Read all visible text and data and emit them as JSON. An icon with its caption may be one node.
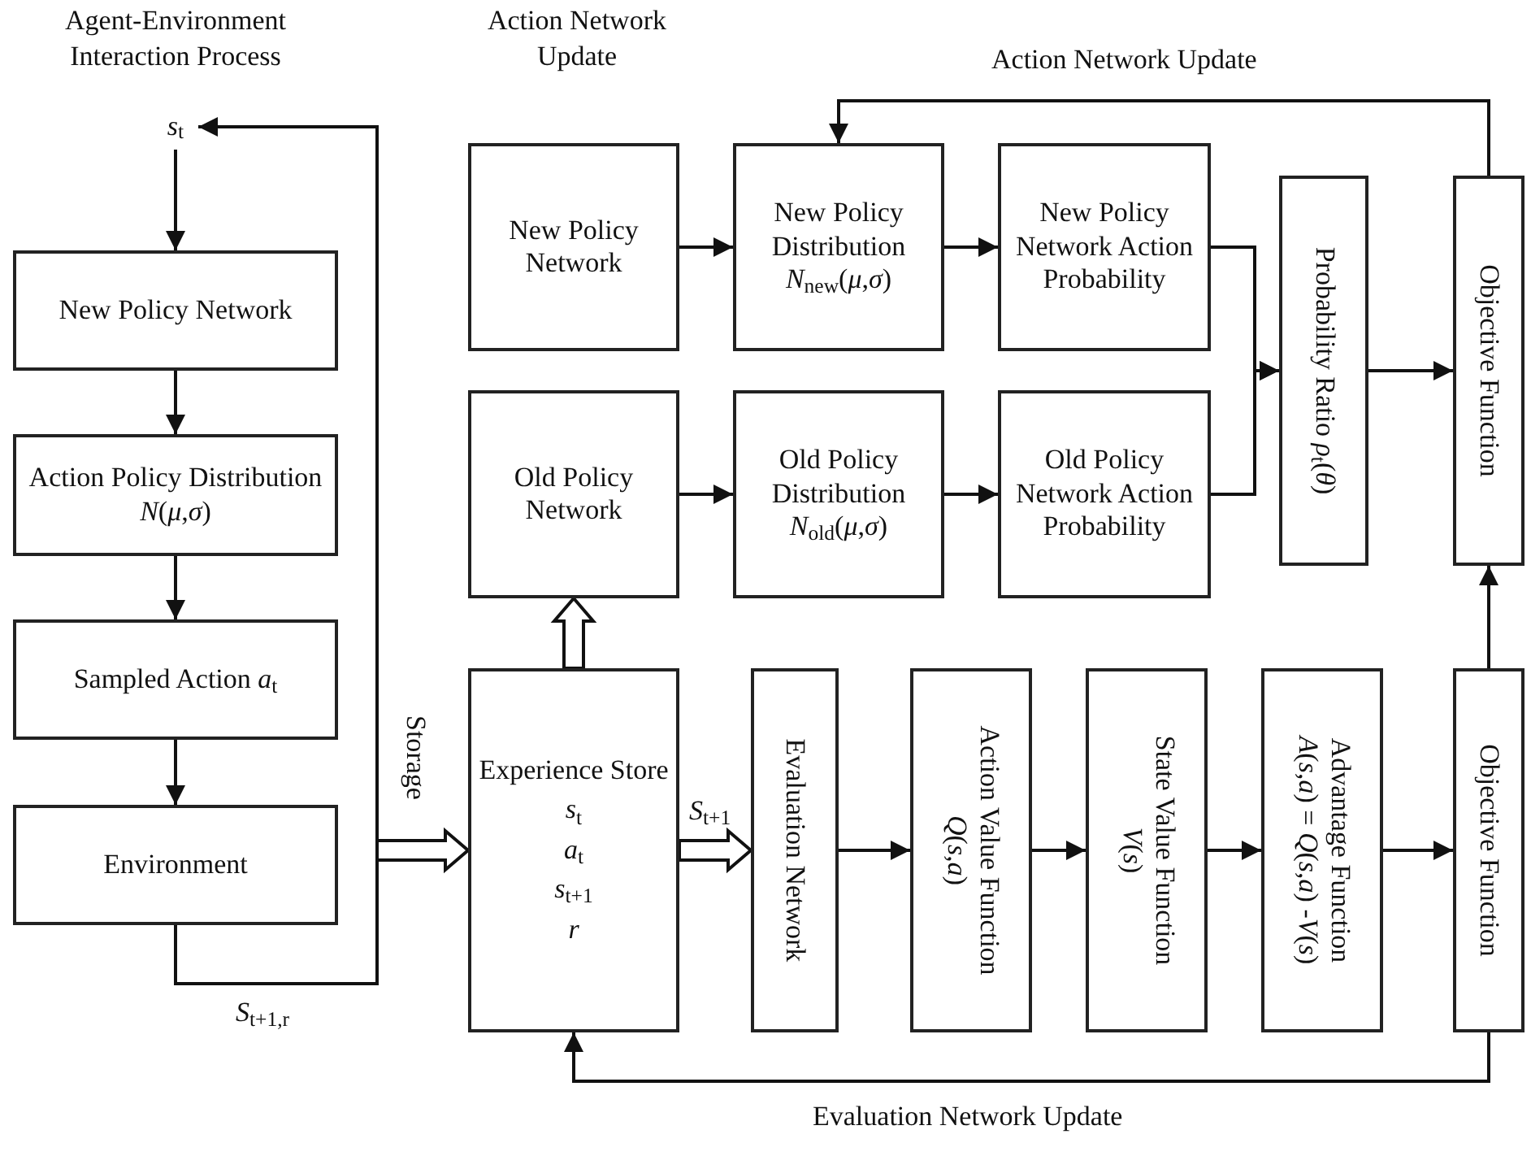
{
  "diagram": {
    "nodes": [
      {
        "text": [
          "*s*$_{t}$"
        ]
      },
      {
        "text": [
          "New Policy Network"
        ]
      },
      {
        "text": [
          "Action Policy Distribution *N*(*μ*,*σ*)"
        ]
      },
      {
        "text": [
          "Sampled Action *a*$_{t}$"
        ]
      },
      {
        "text": [
          "Environment"
        ]
      },
      {
        "text": [
          "New Policy Network"
        ]
      },
      {
        "text": [
          "New Policy Distribution *N*$_{new}$(*μ*,*σ*)"
        ]
      },
      {
        "text": [
          "New Policy Network Action Probability"
        ]
      },
      {
        "text": [
          "Probability Ratio *ρ*$_{t}$(*θ*)"
        ]
      },
      {
        "text": [
          "Objective Function"
        ]
      },
      {
        "text": [
          "Old Policy Network"
        ]
      },
      {
        "text": [
          "Old Policy Distribution *N*$_{old}$(*μ*,*σ*)"
        ]
      },
      {
        "text": [
          "Old Policy Network Action Probability"
        ]
      },
      {
        "text": [
          "Experience Store",
          "*s*$_{t}$",
          "*a*$_{t}$",
          "*s*$_{t+1}$",
          "*r*"
        ]
      },
      {
        "text": [
          "Evaluation Network"
        ]
      },
      {
        "text": [
          "Action Value Function",
          "*Q*(*s*,*a*)"
        ]
      },
      {
        "text": [
          "State Value Function",
          "*V*(*s*)"
        ]
      },
      {
        "text": [
          "Advantage Function",
          "*A*(*s*,*a*) = *Q*(*s*,*a*) -*V*(*s*)"
        ]
      },
      {
        "text": [
          "Objective Function"
        ]
      }
    ],
    "edges": [
      {
        "from": 0,
        "to": 1,
        "arrow": "to"
      },
      {
        "from": 1,
        "to": 2,
        "arrow": "to"
      },
      {
        "from": 2,
        "to": 3,
        "arrow": "to"
      },
      {
        "from": 3,
        "to": 4,
        "arrow": "to"
      },
      {
        "from": 4,
        "to": 0,
        "arrow": "to",
        "label": "*S*$_{t+1,r}$"
      },
      {
        "from": null,
        "to": 13,
        "arrow": "to",
        "label": "Storage",
        "style": "thick"
      },
      {
        "from": 13,
        "to": 10,
        "arrow": "to",
        "style": "thick"
      },
      {
        "from": 13,
        "to": 14,
        "arrow": "to",
        "label": "*S*$_{t+1}$",
        "style": "thick"
      },
      {
        "from": 5,
        "to": 6,
        "arrow": "to"
      },
      {
        "from": 6,
        "to": 7,
        "arrow": "to"
      },
      {
        "from": 10,
        "to": 11,
        "arrow": "to"
      },
      {
        "from": 11,
        "to": 12,
        "arrow": "to"
      },
      {
        "from": 7,
        "to": 8,
        "arrow": "to"
      },
      {
        "from": 12,
        "to": 8,
        "arrow": "to"
      },
      {
        "from": 8,
        "to": 9,
        "arrow": "to"
      },
      {
        "from": 9,
        "to": 6,
        "arrow": "to",
        "label": "Action Network Update"
      },
      {
        "from": 14,
        "to": 15,
        "arrow": "to"
      },
      {
        "from": 15,
        "to": 16,
        "arrow": "to"
      },
      {
        "from": 16,
        "to": 17,
        "arrow": "to"
      },
      {
        "from": 17,
        "to": 18,
        "arrow": "to"
      },
      {
        "from": 18,
        "to": 9,
        "arrow": "to"
      },
      {
        "from": 18,
        "to": 13,
        "arrow": "to",
        "label": "Evaluation Network Update"
      }
    ],
    "labels": [
      "Agent-Environment Interaction Process",
      "Action Network Update"
    ]
  }
}
